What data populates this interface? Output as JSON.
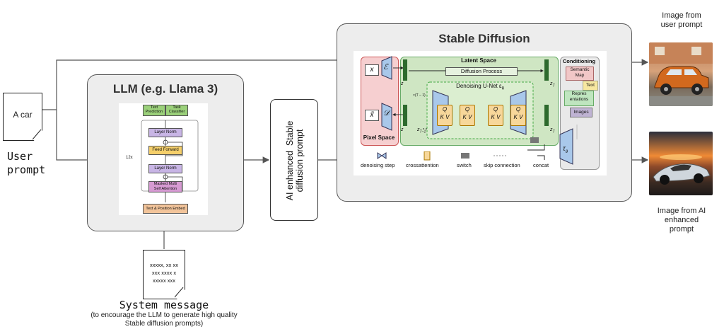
{
  "user_prompt": {
    "doc_text": "A car",
    "label": "User\nprompt"
  },
  "llm": {
    "title": "LLM (e.g. Llama 3)",
    "blocks": {
      "text_prediction": "Text\nPrediction",
      "task_classifier": "Task\nClassifier",
      "layer_norm_top": "Layer Norm",
      "feed_forward": "Feed Forward",
      "layer_norm_bottom": "Layer Norm",
      "masked_attention": "Masked Multi\nSelf Attention",
      "embed": "Text & Position Embed",
      "repeat": "12x"
    }
  },
  "enhanced_prompt": {
    "text": "AI enhanced  Stable\ndiffusion prompt"
  },
  "system_message": {
    "doc_text": "xxxxx, xx xx\nxxx xxxx x\nxxxxx xxx",
    "title": "System message",
    "note": "(to encourage the LLM to generate high quality\nStable diffusion prompts)"
  },
  "stable_diffusion": {
    "title": "Stable Diffusion",
    "latent_space": "Latent Space",
    "diffusion_process": "Diffusion Process",
    "denoising_unet": "Denoising U-Net ε",
    "unet_sub": "θ",
    "pixel_space": "Pixel Space",
    "conditioning": "Conditioning",
    "cond_items": [
      "Semantic\nMap",
      "Text",
      "Repres\nentations",
      "Images"
    ],
    "symbols": {
      "x": "x",
      "E": "ℰ",
      "xtilde": "x̃",
      "D": "𝒟",
      "z": "z",
      "zT": "z",
      "zT_sub": "T",
      "zT1": "z",
      "zT1_sub": "T−1",
      "tau": "τ",
      "tau_sub": "θ",
      "repeat": "×(T − 1)"
    },
    "qkv": {
      "q": "Q",
      "kv": "K V"
    },
    "legend": [
      "denoising step",
      "crossattention",
      "switch",
      "skip connection",
      "concat"
    ]
  },
  "outputs": {
    "top_label": "Image from\nuser prompt",
    "bottom_label": "Image from AI\nenhanced\nprompt"
  },
  "colors": {
    "panel": "#ededed",
    "pixel_space": "#f6cfd0",
    "latent_space": "#cfe6c3",
    "conditioning": "#e9e9e9",
    "arrow": "#555555"
  }
}
